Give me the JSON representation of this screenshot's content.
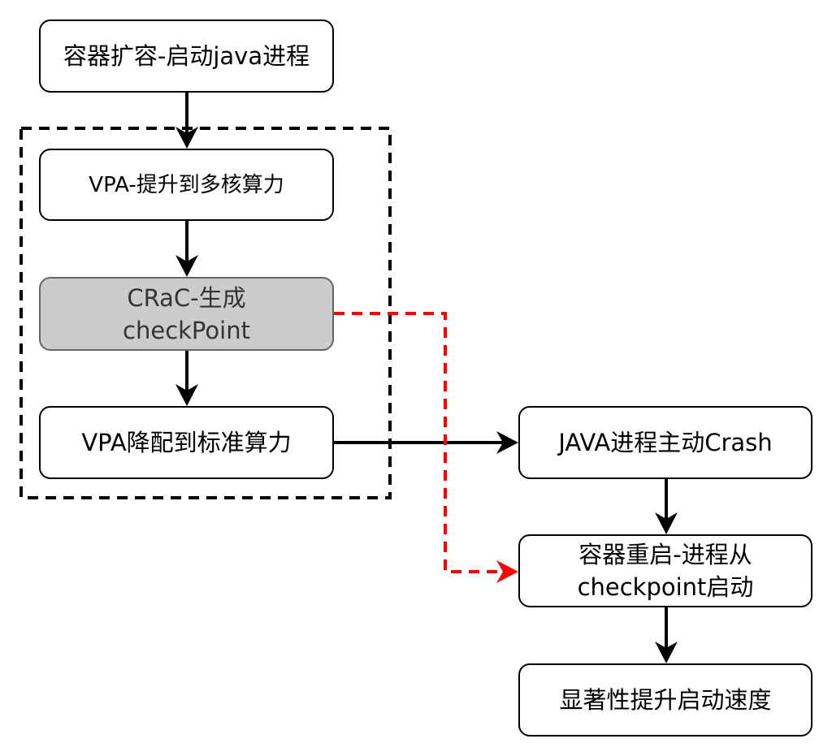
{
  "diagram": {
    "group": {
      "label": "",
      "style": "dashed"
    },
    "nodes": [
      {
        "id": "start",
        "lines": [
          "容器扩容-启动java进程"
        ]
      },
      {
        "id": "vpa-up",
        "lines": [
          "VPA-提升到多核算力"
        ]
      },
      {
        "id": "crac",
        "lines": [
          "CRaC-生成",
          "checkPoint"
        ],
        "fill": "#cccccc"
      },
      {
        "id": "vpa-down",
        "lines": [
          "VPA降配到标准算力"
        ]
      },
      {
        "id": "crash",
        "lines": [
          "JAVA进程主动Crash"
        ]
      },
      {
        "id": "restart",
        "lines": [
          "容器重启-进程从",
          "checkpoint启动"
        ]
      },
      {
        "id": "result",
        "lines": [
          "显著性提升启动速度"
        ]
      }
    ],
    "edges": [
      {
        "from": "start",
        "to": "vpa-up",
        "style": "solid",
        "color": "#000000"
      },
      {
        "from": "vpa-up",
        "to": "crac",
        "style": "solid",
        "color": "#000000"
      },
      {
        "from": "crac",
        "to": "vpa-down",
        "style": "solid",
        "color": "#000000"
      },
      {
        "from": "vpa-down",
        "to": "crash",
        "style": "solid",
        "color": "#000000"
      },
      {
        "from": "crash",
        "to": "restart",
        "style": "solid",
        "color": "#000000"
      },
      {
        "from": "restart",
        "to": "result",
        "style": "solid",
        "color": "#000000"
      },
      {
        "from": "crac",
        "to": "restart",
        "style": "dashed",
        "color": "#ff0000"
      }
    ]
  }
}
